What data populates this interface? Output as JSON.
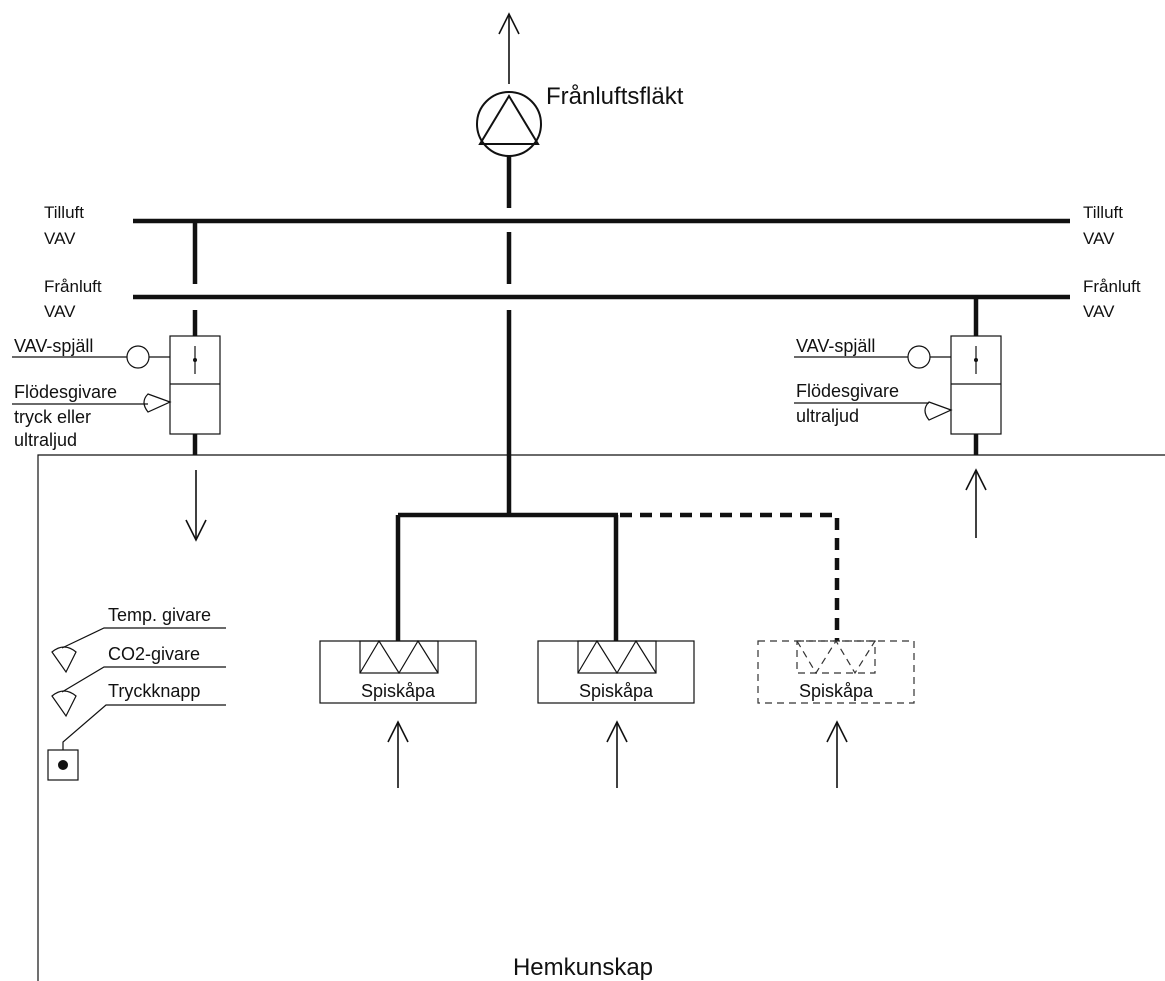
{
  "fan": {
    "label": "Frånluftsfläkt"
  },
  "supply_duct": {
    "left_line1": "Tilluft",
    "left_line2": "VAV",
    "right_line1": "Tilluft",
    "right_line2": "VAV"
  },
  "exhaust_duct": {
    "left_line1": "Frånluft",
    "left_line2": "VAV",
    "right_line1": "Frånluft",
    "right_line2": "VAV"
  },
  "left_unit": {
    "damper_label": "VAV-spjäll",
    "sensor_line1": "Flödesgivare",
    "sensor_line2": "tryck eller",
    "sensor_line3": "ultraljud"
  },
  "right_unit": {
    "damper_label": "VAV-spjäll",
    "sensor_line1": "Flödesgivare",
    "sensor_line2": "ultraljud"
  },
  "room_sensors": {
    "temp": "Temp. givare",
    "co2": "CO2-givare",
    "button": "Tryckknapp"
  },
  "hoods": [
    {
      "label": "Spiskåpa",
      "style": "solid"
    },
    {
      "label": "Spiskåpa",
      "style": "solid"
    },
    {
      "label": "Spiskåpa",
      "style": "dashed"
    }
  ],
  "room": {
    "label": "Hemkunskap"
  }
}
